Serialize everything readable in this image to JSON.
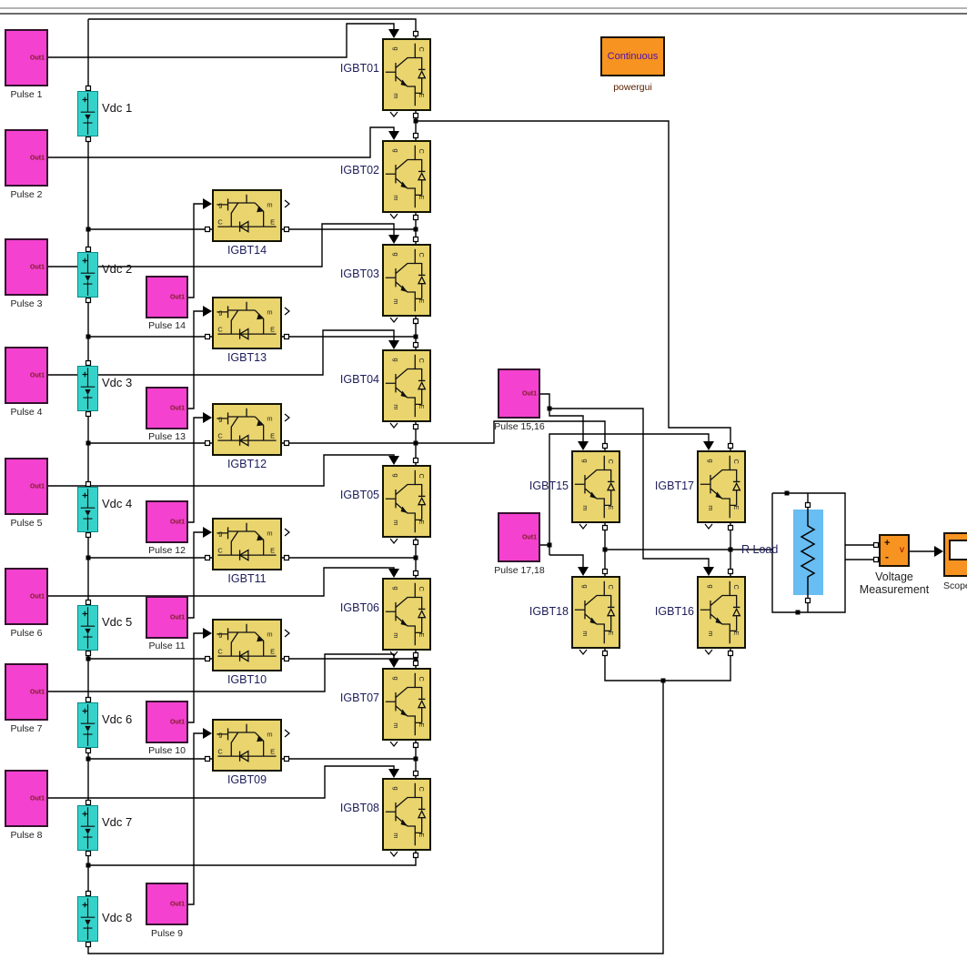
{
  "blocks": {
    "pulses_left": [
      "Pulse 1",
      "Pulse 2",
      "Pulse 3",
      "Pulse 4",
      "Pulse 5",
      "Pulse 6",
      "Pulse 7",
      "Pulse 8"
    ],
    "pulses_middle": [
      "Pulse 14",
      "Pulse 13",
      "Pulse 12",
      "Pulse 11",
      "Pulse 10",
      "Pulse 9"
    ],
    "pulses_bridge": [
      "Pulse 15,16",
      "Pulse 17,18"
    ],
    "vdc": [
      "Vdc 1",
      "Vdc 2",
      "Vdc 3",
      "Vdc 4",
      "Vdc 5",
      "Vdc 6",
      "Vdc 7",
      "Vdc 8"
    ],
    "igbt_column": [
      "IGBT01",
      "IGBT02",
      "IGBT03",
      "IGBT04",
      "IGBT05",
      "IGBT06",
      "IGBT07",
      "IGBT08"
    ],
    "igbt_middle": [
      "IGBT14",
      "IGBT13",
      "IGBT12",
      "IGBT11",
      "IGBT10",
      "IGBT09"
    ],
    "igbt_bridge": [
      "IGBT15",
      "IGBT17",
      "IGBT18",
      "IGBT16"
    ],
    "powergui": {
      "mode": "Continuous",
      "label": "powergui"
    },
    "load": {
      "label": "R Load"
    },
    "voltmeter": {
      "label_line1": "Voltage",
      "label_line2": "Measurement",
      "plus": "+",
      "minus": "-",
      "v": "v"
    },
    "scope": {
      "label": "Scope"
    }
  },
  "ports": {
    "out": "Out1",
    "g": "g",
    "C": "C",
    "E": "E",
    "m": "m"
  },
  "colors": {
    "pulse": "#f441d0",
    "vdc": "#35d2ca",
    "igbt": "#e9d46e",
    "orange": "#f79320",
    "load_blue": "#68bdf2",
    "wire": "#000000",
    "continuous_text": "#4b0fb0",
    "igbt_label": "#1c1c5a",
    "vm_v": "#8b0000"
  }
}
